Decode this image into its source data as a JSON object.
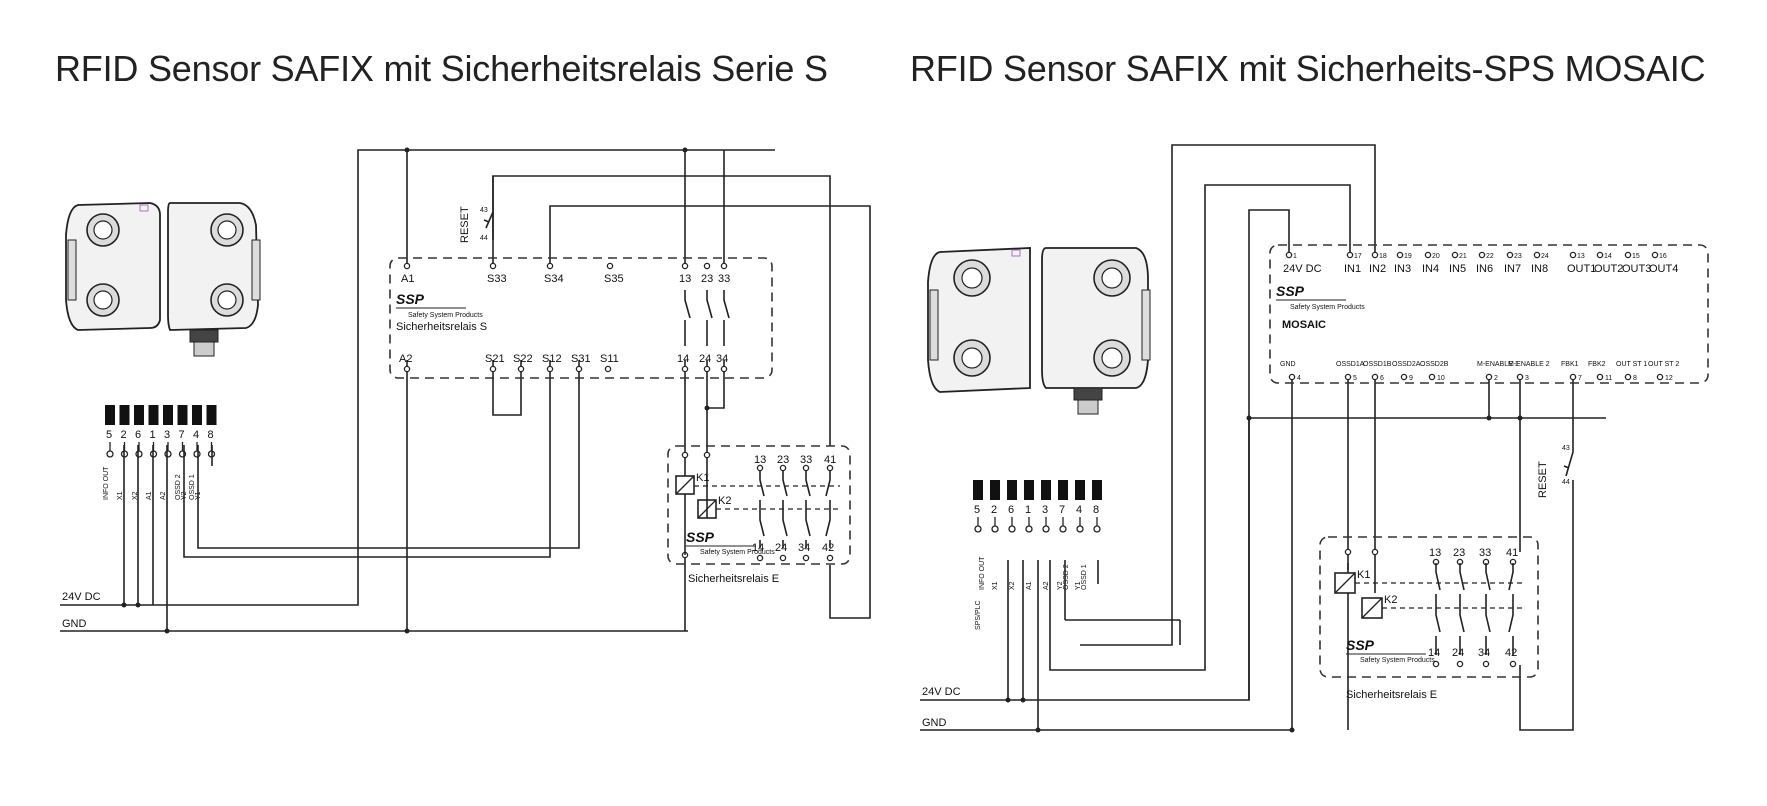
{
  "titles": {
    "left": "RFID Sensor SAFIX mit Sicherheitsrelais Serie S",
    "right": "RFID Sensor SAFIX mit Sicherheits-SPS MOSAIC"
  },
  "left": {
    "relay_s_label": "Sicherheitsrelais S",
    "relay_e_label": "Sicherheitsrelais E",
    "brand": "SSP",
    "brand_sub": "Safety System Products",
    "reset_label": "RESET",
    "power_label": "24V DC",
    "ground_label": "GND",
    "connector_pins": [
      "5",
      "2",
      "6",
      "1",
      "3",
      "7",
      "4",
      "8"
    ],
    "connector_signals": [
      "INFO OUT",
      "X1",
      "X2",
      "A1",
      "A2",
      "OSSD 2",
      "Y2",
      "OSSD 1",
      "Y1"
    ],
    "relay_s_top_terminals": [
      "A1",
      "S33",
      "S34",
      "S35",
      "13",
      "23",
      "33"
    ],
    "relay_s_bottom_terminals": [
      "A2",
      "S21",
      "S22",
      "S12",
      "S31",
      "S11",
      "14",
      "24",
      "34"
    ],
    "relay_e_top_terminals": [
      "13",
      "23",
      "33",
      "41"
    ],
    "relay_e_bottom_terminals": [
      "14",
      "24",
      "34",
      "42"
    ],
    "coils": [
      "K1",
      "K2"
    ]
  },
  "right": {
    "mosaic_label": "MOSAIC",
    "relay_e_label": "Sicherheitsrelais E",
    "brand": "SSP",
    "brand_sub": "Safety System Products",
    "reset_label": "RESET",
    "power_label": "24V DC",
    "ground_label": "GND",
    "sps_label": "SPS/PLC",
    "connector_pins": [
      "5",
      "2",
      "6",
      "1",
      "3",
      "7",
      "4",
      "8"
    ],
    "connector_signals": [
      "INFO OUT",
      "X1",
      "X2",
      "A1",
      "A2",
      "Y2",
      "OSSD 2",
      "Y1",
      "OSSD 1"
    ],
    "mosaic_top_terminals": [
      {
        "num": "1",
        "name": "24V DC"
      },
      {
        "num": "17",
        "name": "IN1"
      },
      {
        "num": "18",
        "name": "IN2"
      },
      {
        "num": "19",
        "name": "IN3"
      },
      {
        "num": "20",
        "name": "IN4"
      },
      {
        "num": "21",
        "name": "IN5"
      },
      {
        "num": "22",
        "name": "IN6"
      },
      {
        "num": "23",
        "name": "IN7"
      },
      {
        "num": "24",
        "name": "IN8"
      },
      {
        "num": "13",
        "name": "OUT1"
      },
      {
        "num": "14",
        "name": "OUT2"
      },
      {
        "num": "15",
        "name": "OUT3"
      },
      {
        "num": "16",
        "name": "OUT4"
      }
    ],
    "mosaic_bottom_terminals": [
      {
        "num": "4",
        "name": "GND"
      },
      {
        "num": "5",
        "name": "OSSD1A"
      },
      {
        "num": "6",
        "name": "OSSD1B"
      },
      {
        "num": "9",
        "name": "OSSD2A"
      },
      {
        "num": "10",
        "name": "OSSD2B"
      },
      {
        "num": "2",
        "name": "M-ENABLE 1"
      },
      {
        "num": "3",
        "name": "M-ENABLE 2"
      },
      {
        "num": "7",
        "name": "FBK1"
      },
      {
        "num": "11",
        "name": "FBK2"
      },
      {
        "num": "8",
        "name": "OUT ST 1"
      },
      {
        "num": "12",
        "name": "OUT ST 2"
      }
    ],
    "relay_e_top_terminals": [
      "13",
      "23",
      "33",
      "41"
    ],
    "relay_e_bottom_terminals": [
      "14",
      "24",
      "34",
      "42"
    ],
    "coils": [
      "K1",
      "K2"
    ]
  }
}
